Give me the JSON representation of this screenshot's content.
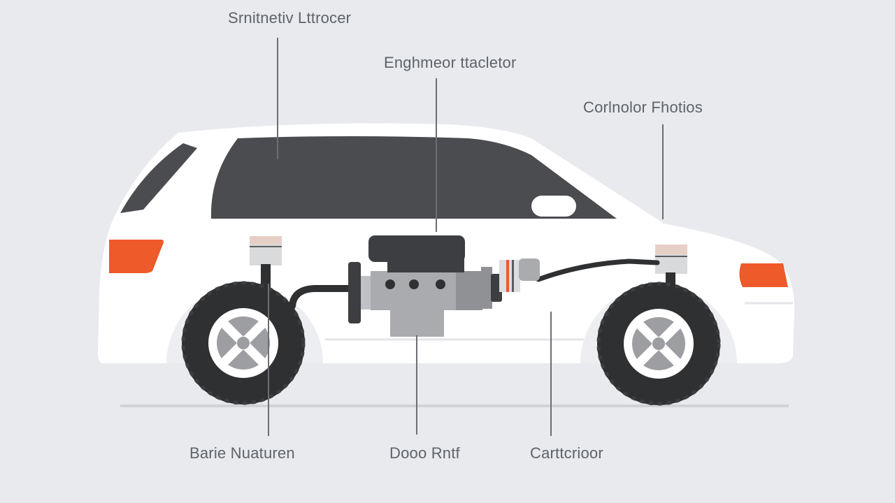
{
  "labels": {
    "top_left": "Srnitnetiv Lttrocer",
    "top_center": "Enghmeor ttacletor",
    "top_right": "Corlnolor Fhotios",
    "bottom_left": "Barie Nuaturen",
    "bottom_center": "Dooo Rntf",
    "bottom_right": "Carttcrioor"
  },
  "colors": {
    "background": "#e8eaed",
    "body": "#ffffff",
    "window": "#4a4c4f",
    "accent_light": "#ee5a2a",
    "tire": "#2f3032",
    "rim": "#ffffff",
    "hub": "#9c9ea2",
    "engine_dark": "#3c3e41",
    "engine_metal": "#a9abae",
    "callout_line": "#6b6e72",
    "label_text": "#5f6368"
  }
}
